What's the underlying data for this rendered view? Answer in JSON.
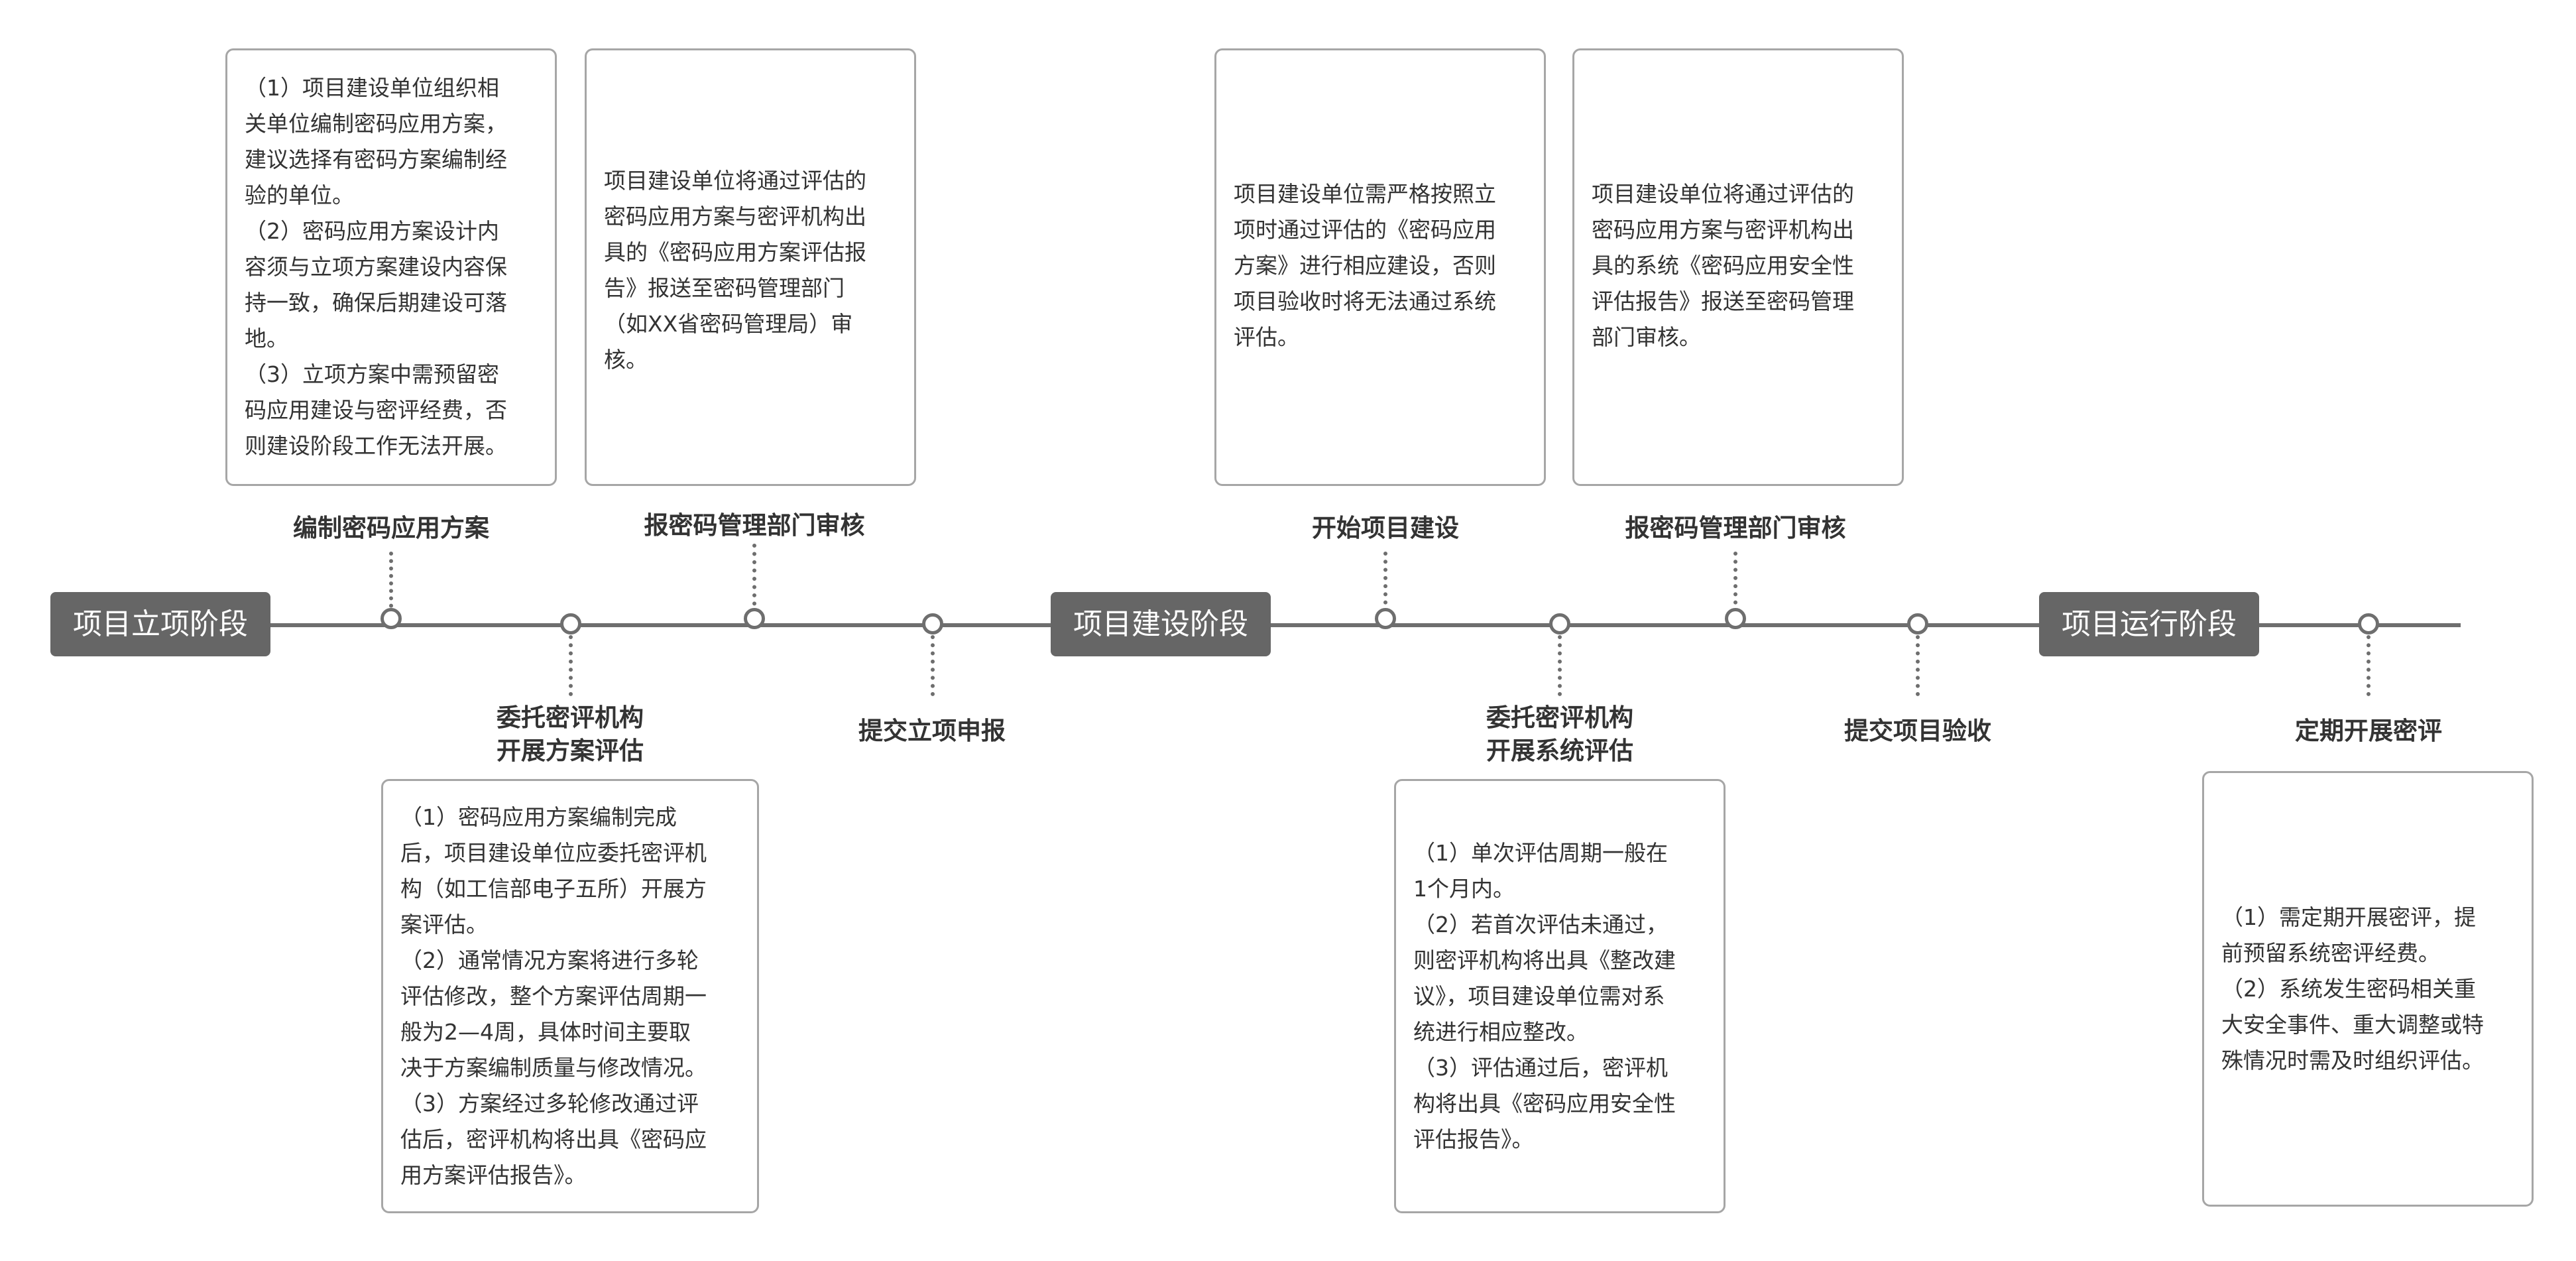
{
  "phases": [
    {
      "label": "项目立项阶段"
    },
    {
      "label": "项目建设阶段"
    },
    {
      "label": "项目运行阶段"
    }
  ],
  "milestones": [
    {
      "label": "编制密码应用方案"
    },
    {
      "label": "委托密评机构\n开展方案评估"
    },
    {
      "label": "报密码管理部门审核"
    },
    {
      "label": "提交立项申报"
    },
    {
      "label": "开始项目建设"
    },
    {
      "label": "委托密评机构\n开展系统评估"
    },
    {
      "label": "报密码管理部门审核"
    },
    {
      "label": "提交项目验收"
    },
    {
      "label": "定期开展密评"
    }
  ],
  "cards": [
    {
      "text": "（1）项目建设单位组织相\n关单位编制密码应用方案，\n建议选择有密码方案编制经\n验的单位。\n（2）密码应用方案设计内\n容须与立项方案建设内容保\n持一致，确保后期建设可落\n地。\n（3）立项方案中需预留密\n码应用建设与密评经费，否\n则建设阶段工作无法开展。"
    },
    {
      "text": "项目建设单位将通过评估的\n密码应用方案与密评机构出\n具的《密码应用方案评估报\n告》报送至密码管理部门\n（如XX省密码管理局）审\n核。"
    },
    {
      "text": "项目建设单位需严格按照立\n项时通过评估的《密码应用\n方案》进行相应建设，否则\n项目验收时将无法通过系统\n评估。"
    },
    {
      "text": "项目建设单位将通过评估的\n密码应用方案与密评机构出\n具的系统《密码应用安全性\n评估报告》报送至密码管理\n部门审核。"
    },
    {
      "text": "（1）密码应用方案编制完成\n后，项目建设单位应委托密评机\n构（如工信部电子五所）开展方\n案评估。\n（2）通常情况方案将进行多轮\n评估修改，整个方案评估周期一\n般为2—4周，具体时间主要取\n决于方案编制质量与修改情况。\n（3）方案经过多轮修改通过评\n估后，密评机构将出具《密码应\n用方案评估报告》。"
    },
    {
      "text": "（1）单次评估周期一般在\n1个月内。\n（2）若首次评估未通过，\n则密评机构将出具《整改建\n议》，项目建设单位需对系\n统进行相应整改。\n（3）评估通过后，密评机\n构将出具《密码应用安全性\n评估报告》。"
    },
    {
      "text": "（1）需定期开展密评，提\n前预留系统密评经费。\n（2）系统发生密码相关重\n大安全事件、重大调整或特\n殊情况时需及时组织评估。"
    }
  ]
}
